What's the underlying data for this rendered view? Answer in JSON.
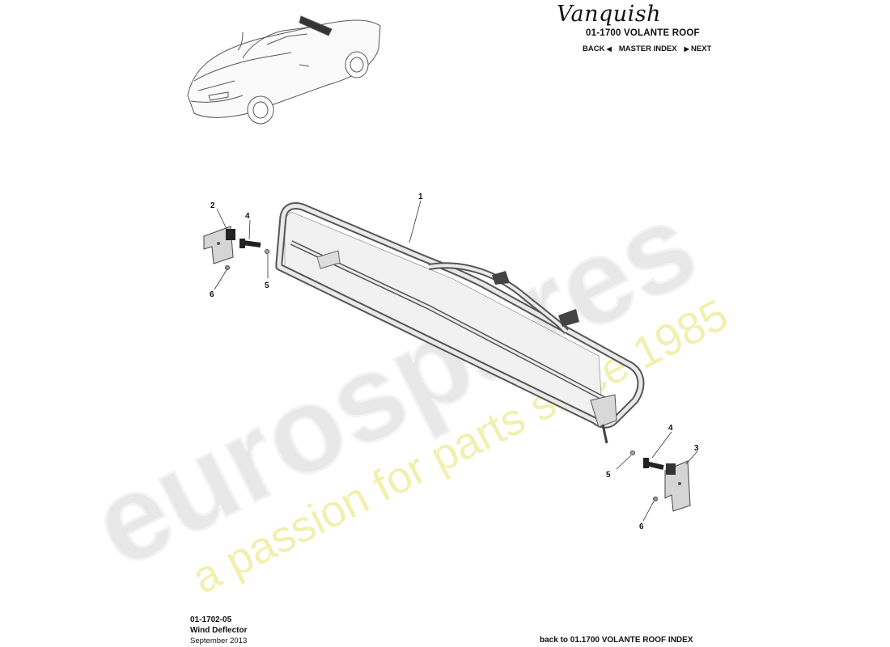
{
  "header": {
    "brand_text": "Vanquish",
    "section_title": "01-1700 VOLANTE ROOF",
    "nav": {
      "back": "BACK",
      "master_index": "MASTER INDEX",
      "next": "NEXT"
    }
  },
  "watermark": {
    "brand": "eurospares",
    "tagline": "a passion for parts since 1985"
  },
  "callouts": [
    {
      "id": "c1",
      "label": "1"
    },
    {
      "id": "c2",
      "label": "2"
    },
    {
      "id": "c4a",
      "label": "4"
    },
    {
      "id": "c5a",
      "label": "5"
    },
    {
      "id": "c6a",
      "label": "6"
    },
    {
      "id": "c4b",
      "label": "4"
    },
    {
      "id": "c3",
      "label": "3"
    },
    {
      "id": "c5b",
      "label": "5"
    },
    {
      "id": "c6b",
      "label": "6"
    }
  ],
  "footer": {
    "diagram_id": "01-1702-05",
    "diagram_name": "Wind Deflector",
    "date": "September 2013",
    "back_link": "back to 01.1700 VOLANTE ROOF INDEX"
  },
  "colors": {
    "watermark_grey": "#e6e6e6",
    "watermark_yellow": "#f2f0a8",
    "line": "#333333"
  }
}
